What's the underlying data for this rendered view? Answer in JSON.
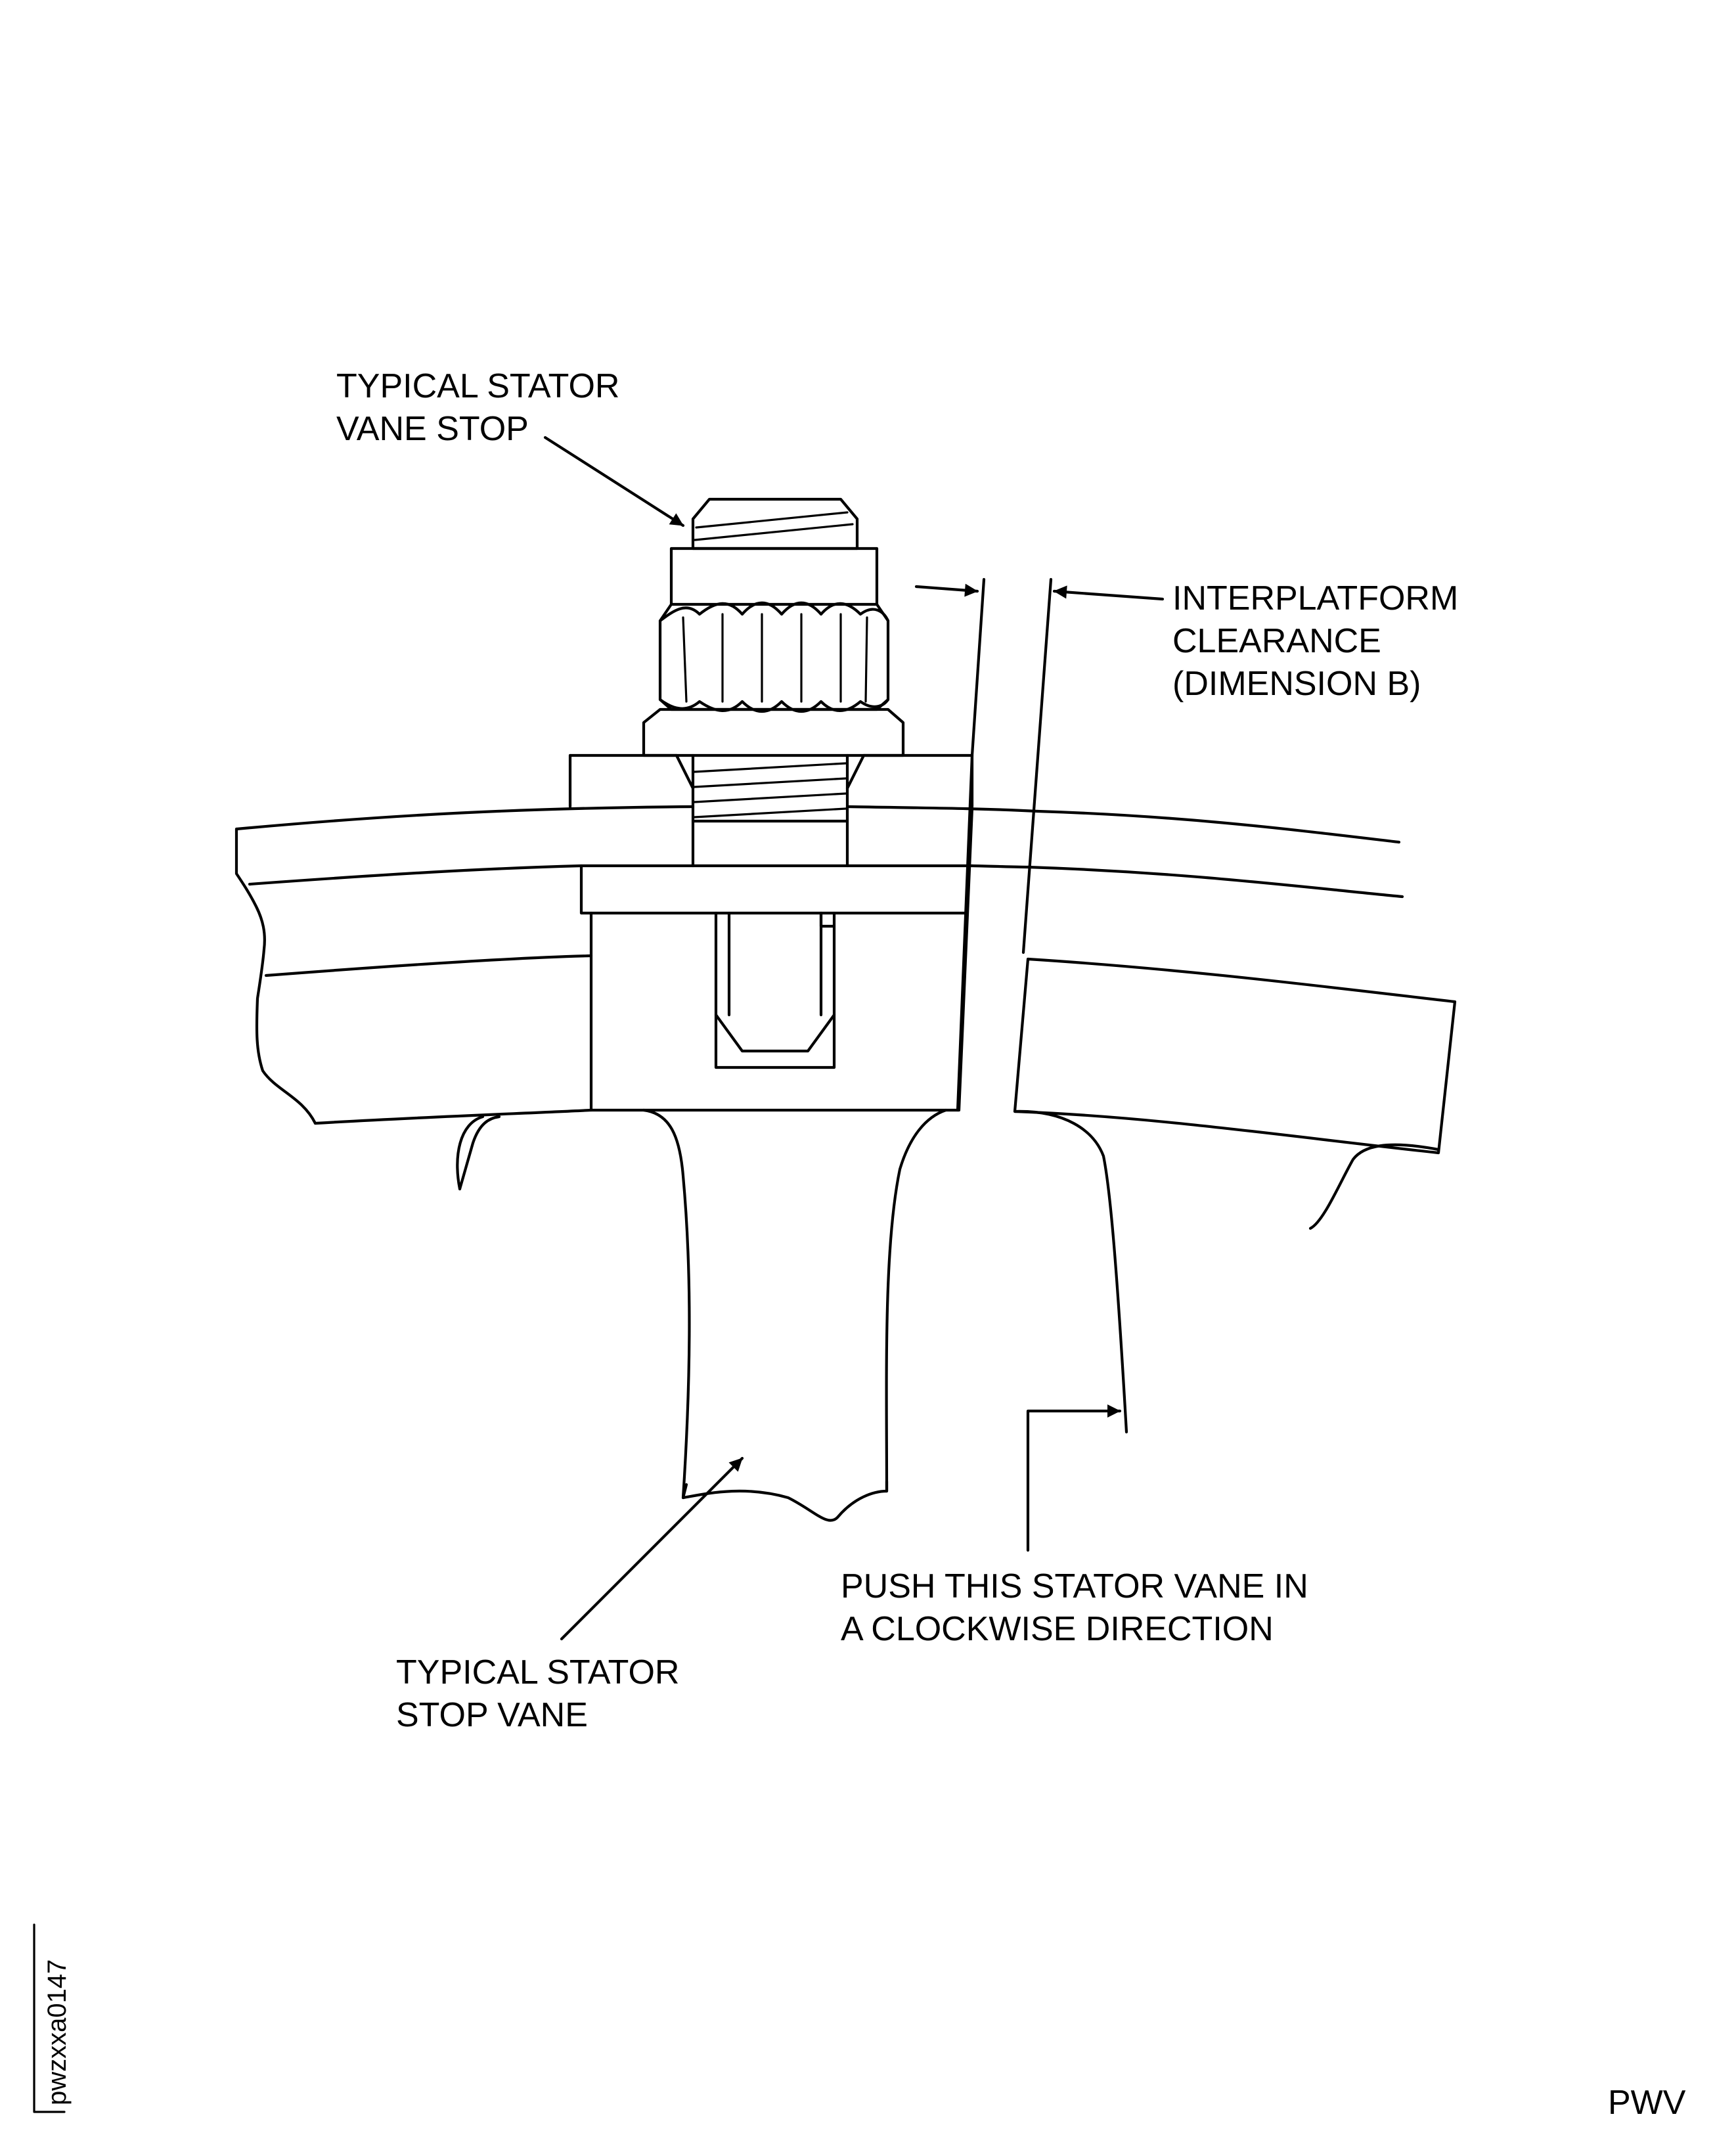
{
  "labels": {
    "vane_stop": [
      "TYPICAL STATOR",
      "VANE STOP"
    ],
    "clearance": [
      "INTERPLATFORM",
      "CLEARANCE",
      "(DIMENSION B)"
    ],
    "push_instruction": [
      "PUSH THIS STATOR VANE IN",
      "A CLOCKWISE DIRECTION"
    ],
    "stop_vane": [
      "TYPICAL STATOR",
      "STOP VANE"
    ]
  },
  "figure_id": "pwzxxa0147",
  "corner_code": "PWV",
  "colors": {
    "line": "#000000",
    "background": "#ffffff"
  }
}
